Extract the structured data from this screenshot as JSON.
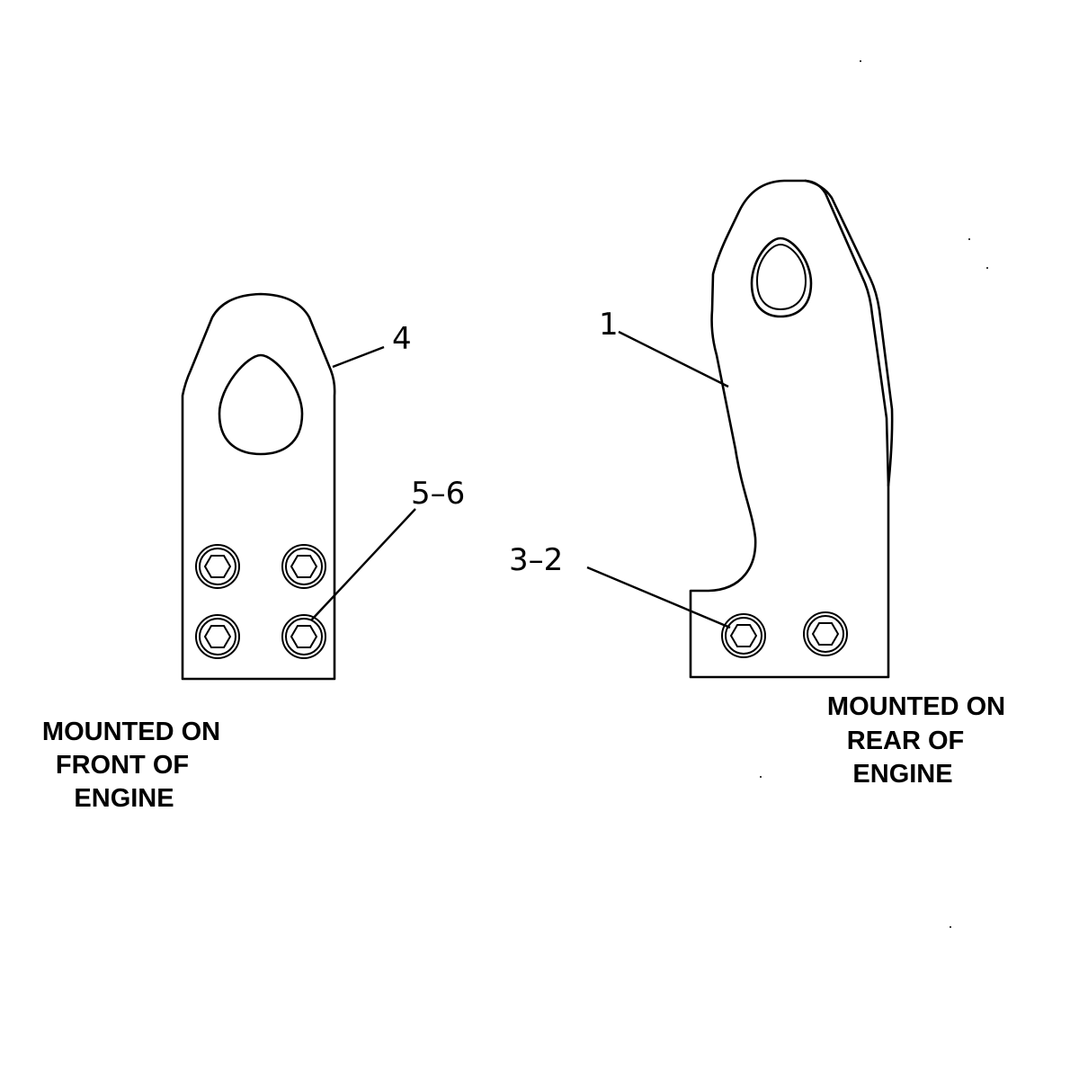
{
  "callouts": {
    "front_bracket": "4",
    "front_bolts": "5–6",
    "rear_bracket": "1",
    "rear_bolts": "3–2"
  },
  "captions": {
    "front": [
      "MOUNTED ON",
      "FRONT OF",
      "ENGINE"
    ],
    "rear": [
      "MOUNTED ON",
      "REAR OF",
      "ENGINE"
    ]
  },
  "parts": {
    "front_bracket": {
      "bolt_icon": "hex-bolt-icon",
      "bolt_count": 4
    },
    "rear_bracket": {
      "bolt_icon": "hex-bolt-icon",
      "bolt_count": 2
    }
  },
  "colors": {
    "line": "#000000",
    "background": "#ffffff"
  }
}
